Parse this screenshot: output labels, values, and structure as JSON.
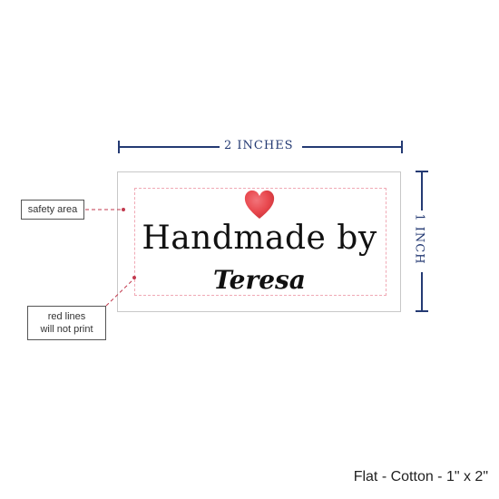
{
  "dimensions": {
    "width_label": "2 INCHES",
    "height_label": "1 INCH"
  },
  "label": {
    "main_text": "Handmade by",
    "name_text": "Teresa",
    "heart_icon": "heart-icon",
    "heart_color": "#e8474d"
  },
  "callouts": {
    "safety_area": "safety area",
    "red_lines_line1": "red lines",
    "red_lines_line2": "will not print"
  },
  "colors": {
    "dimension": "#243a73",
    "safety_line": "#f0a9b5",
    "leader": "#c23a4e"
  },
  "footer": {
    "product_spec": "Flat - Cotton - 1\" x 2\""
  }
}
